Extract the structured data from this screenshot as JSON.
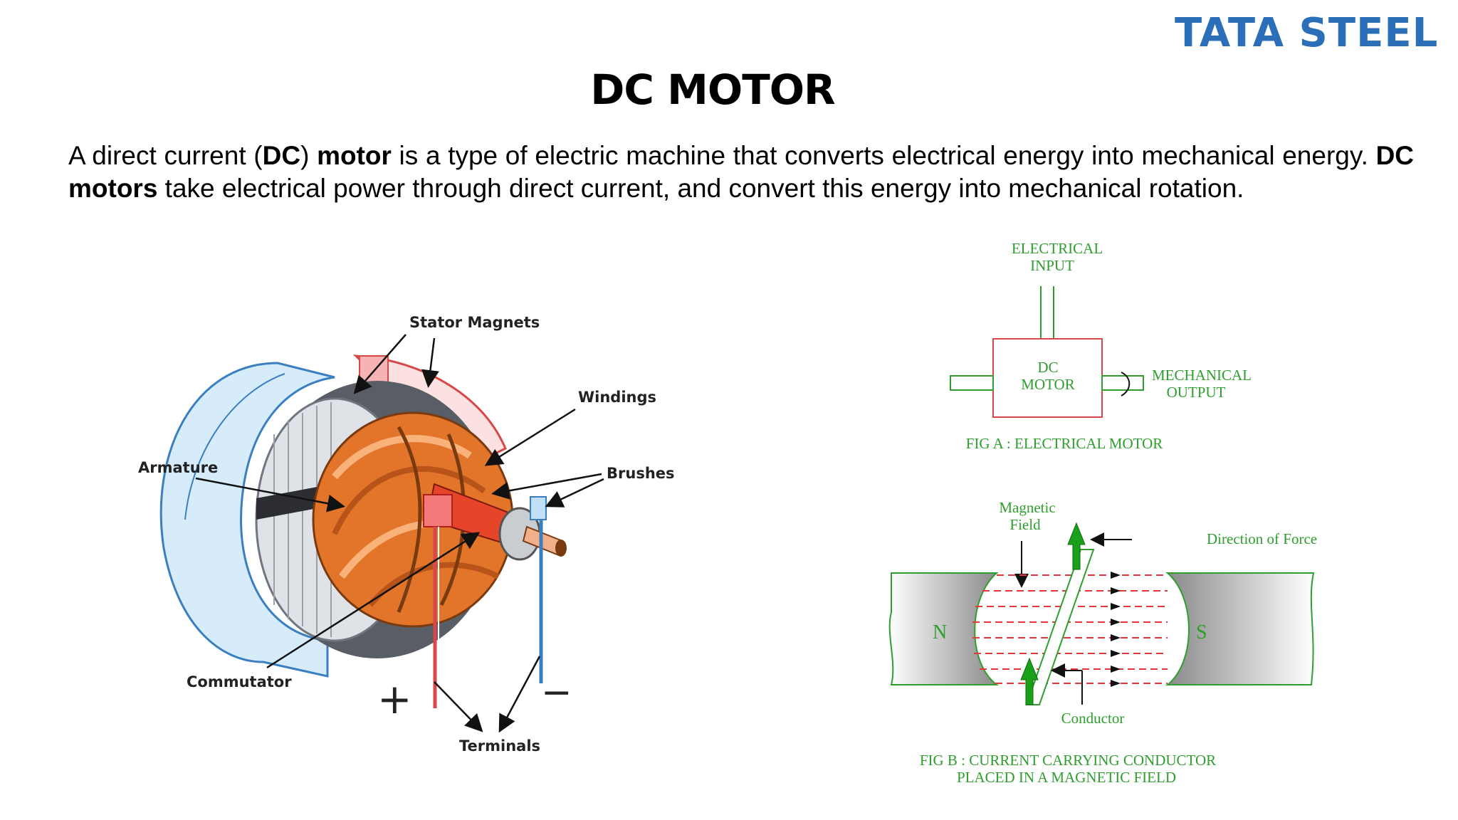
{
  "brand": {
    "logo_text": "TATA STEEL",
    "color": "#2a6fb8"
  },
  "slide": {
    "title": "DC MOTOR",
    "para": {
      "p1": "A direct current (",
      "b1": "DC",
      "p2": ") ",
      "b2": "motor",
      "p3": " is a type of electric machine that converts electrical energy into mechanical energy. ",
      "b3": "DC motors",
      "p4": " take electrical power through direct current, and convert this energy into mechanical rotation."
    }
  },
  "left_diagram": {
    "labels": {
      "stator": "Stator Magnets",
      "windings": "Windings",
      "armature": "Armature",
      "brushes": "Brushes",
      "commutator": "Commutator",
      "terminals": "Terminals",
      "plus": "+",
      "minus": "−"
    }
  },
  "fig_a": {
    "input": [
      "ELECTRICAL",
      "INPUT"
    ],
    "motor": [
      "DC",
      "MOTOR"
    ],
    "output": [
      "MECHANICAL",
      "OUTPUT"
    ],
    "caption": "FIG A : ELECTRICAL MOTOR"
  },
  "fig_b": {
    "field": [
      "Magnetic",
      "Field"
    ],
    "force": "Direction of Force",
    "n": "N",
    "s": "S",
    "conductor": "Conductor",
    "caption": [
      "FIG B : CURRENT CARRYING CONDUCTOR",
      "PLACED IN A MAGNETIC FIELD"
    ]
  },
  "colors": {
    "green": "#2e9e2e",
    "red": "#e23a3a",
    "copper": "#d9702a"
  }
}
